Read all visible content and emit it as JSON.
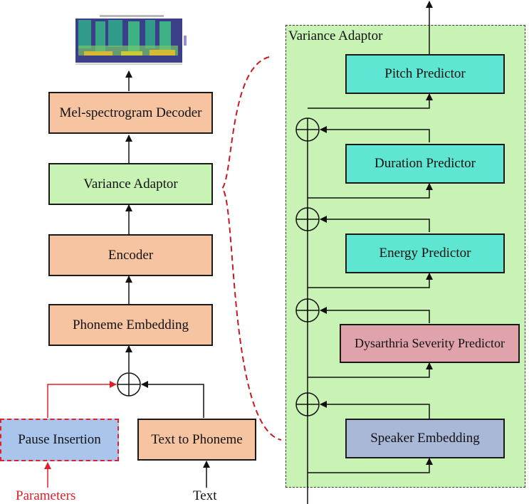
{
  "left_pipeline": {
    "decoder": "Mel-spectrogram Decoder",
    "variance_adaptor": "Variance Adaptor",
    "encoder": "Encoder",
    "phoneme_embedding": "Phoneme Embedding",
    "pause_insertion": "Pause Insertion",
    "text_to_phoneme": "Text to Phoneme",
    "parameters_label": "Parameters",
    "text_label": "Text"
  },
  "variance_adaptor_detail": {
    "title": "Variance Adaptor",
    "pitch": "Pitch Predictor",
    "duration": "Duration Predictor",
    "energy": "Energy Predictor",
    "dysarthria": "Dysarthria Severity Predictor",
    "speaker": "Speaker Embedding"
  },
  "colors": {
    "orange_box": "#f7c4a2",
    "green_box": "#c8f3b4",
    "teal_box": "#5ee6d2",
    "pink_box": "#e0a3ab",
    "blue_box": "#a9b8d6",
    "pause_box": "#a9c5ec",
    "red_accent": "#e0202a"
  }
}
